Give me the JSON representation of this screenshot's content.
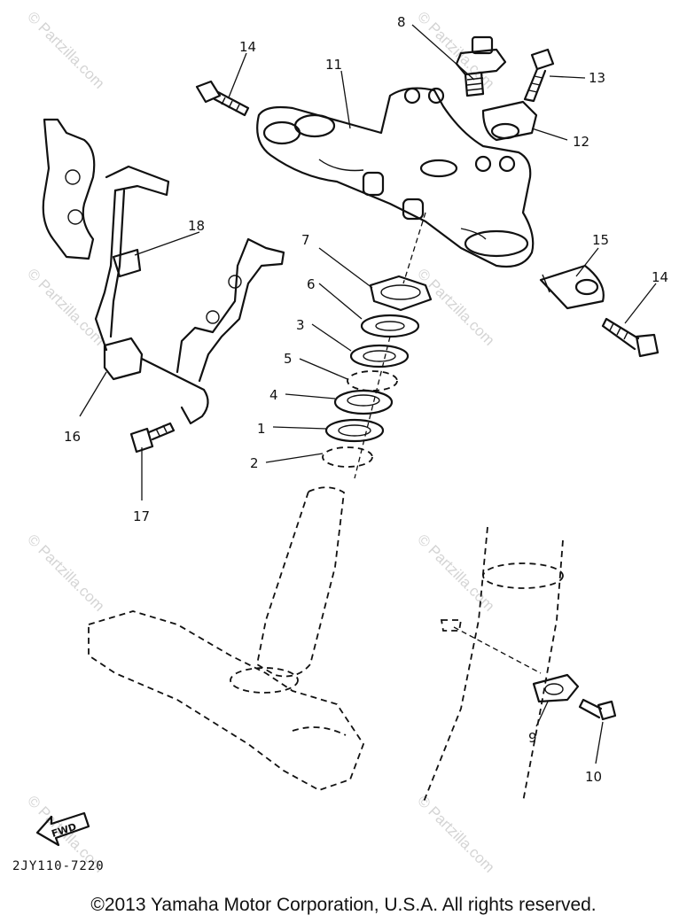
{
  "callouts": {
    "c1": "1",
    "c2": "2",
    "c3": "3",
    "c4": "4",
    "c5": "5",
    "c6": "6",
    "c7": "7",
    "c8": "8",
    "c9": "9",
    "c10": "10",
    "c11": "11",
    "c12": "12",
    "c13": "13",
    "c14a": "14",
    "c14b": "14",
    "c15": "15",
    "c16": "16",
    "c17": "17",
    "c18": "18"
  },
  "fwd_label": "FWD",
  "diagram_code": "2JY110-7220",
  "watermark": "© Partzilla.com",
  "copyright": "©2013  Yamaha Motor Corporation, U.S.A. All rights reserved."
}
